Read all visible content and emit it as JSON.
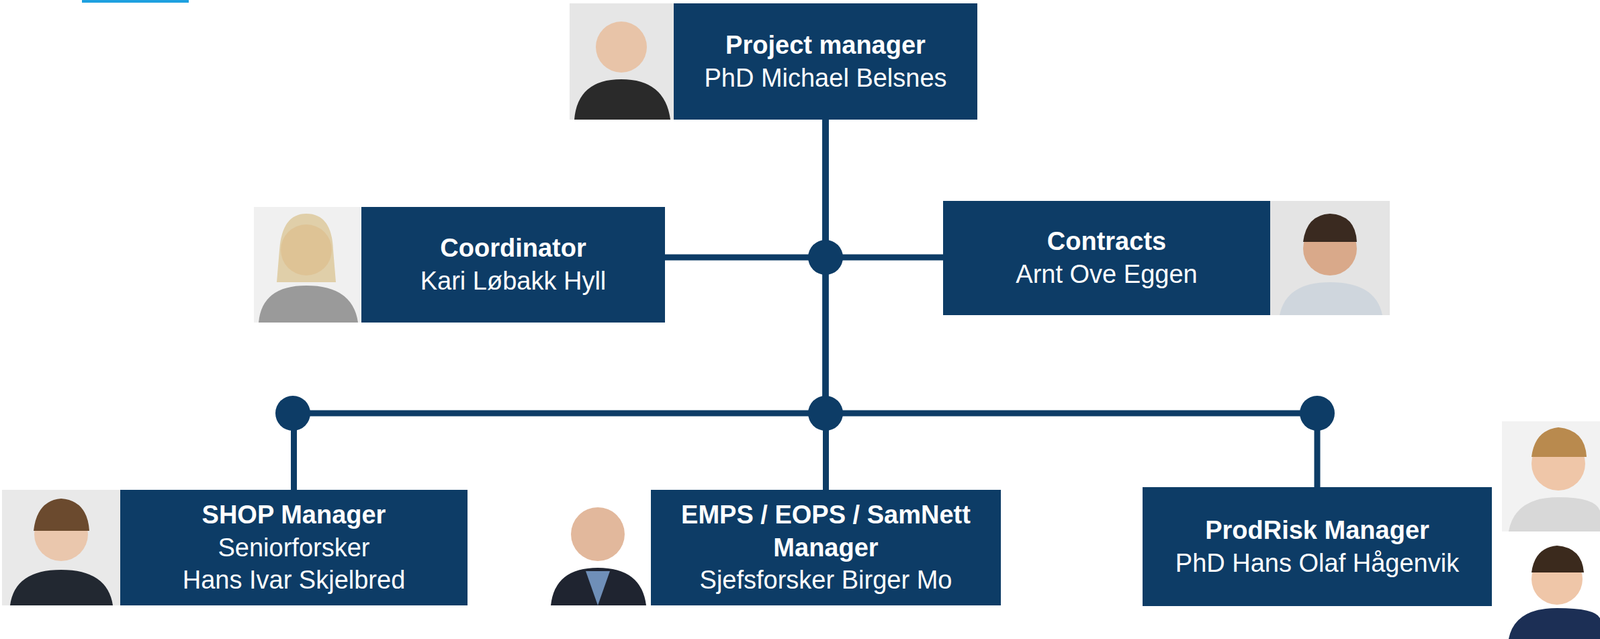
{
  "diagram": {
    "nodes": [
      {
        "text": [
          "Project manager",
          "PhD Michael Belsnes"
        ]
      },
      {
        "text": [
          "Coordinator",
          "Kari Løbakk Hyll"
        ]
      },
      {
        "text": [
          "Contracts",
          "Arnt Ove Eggen"
        ]
      },
      {
        "text": [
          "SHOP Manager",
          "Seniorforsker",
          "Hans Ivar Skjelbred"
        ]
      },
      {
        "text": [
          "EMPS / EOPS / SamNett Manager",
          "Sjefsforsker Birger Mo"
        ]
      },
      {
        "text": [
          "ProdRisk Manager",
          "PhD Hans Olaf Hågenvik"
        ]
      }
    ],
    "edges": [
      {
        "from": 0,
        "to": 1,
        "arrow": "none"
      },
      {
        "from": 0,
        "to": 2,
        "arrow": "none"
      },
      {
        "from": 0,
        "to": 3,
        "arrow": "none"
      },
      {
        "from": 0,
        "to": 4,
        "arrow": "none"
      },
      {
        "from": 0,
        "to": 5,
        "arrow": "none"
      }
    ]
  }
}
